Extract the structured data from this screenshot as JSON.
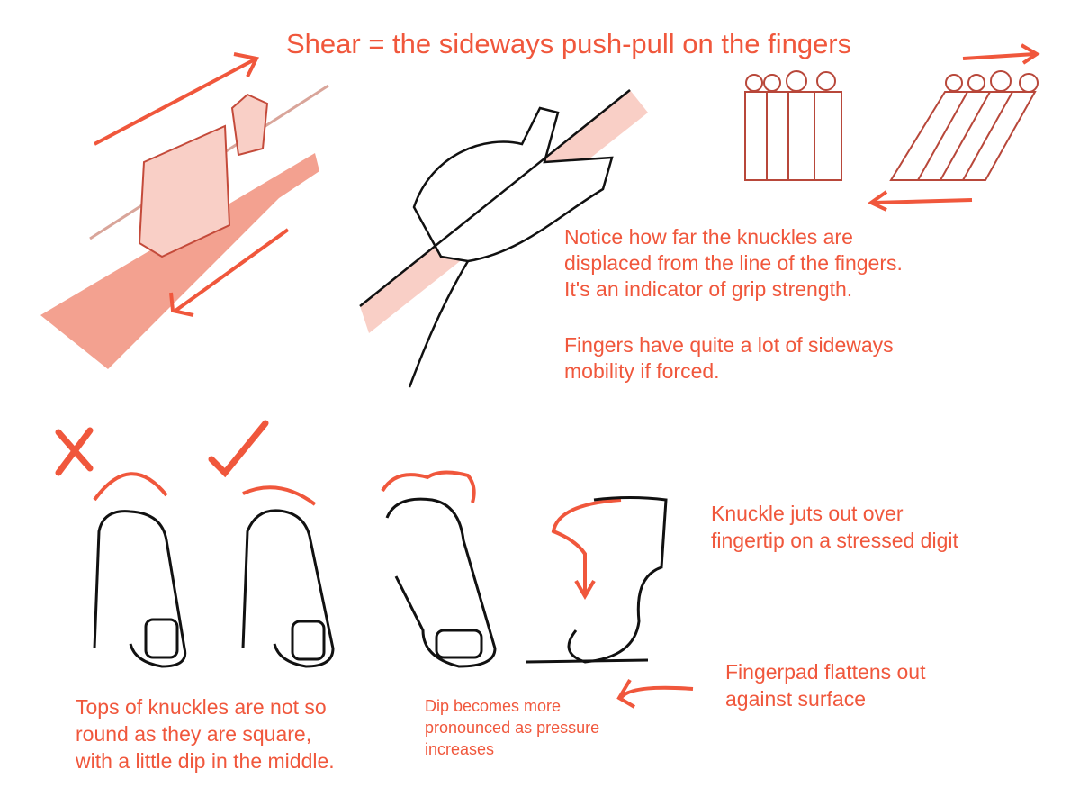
{
  "title": "Shear = the sideways push-pull on the fingers",
  "notes": {
    "knuckles_displaced": "Notice how far the knuckles are\ndisplaced from the line of the fingers.\nIt's an indicator of grip strength.",
    "sideways_mobility": "Fingers have quite a lot of sideways\nmobility if forced.",
    "knuckle_juts": "Knuckle juts out over\nfingertip on a stressed digit",
    "fingerpad": "Fingerpad flattens out\nagainst surface",
    "tops_of_knuckles": "Tops of knuckles are not so\nround as they are square,\nwith a little dip in the middle.",
    "dip_pressure": "Dip becomes more\npronounced as pressure\nincreases"
  },
  "colors": {
    "accent": "#f0573c",
    "fill_light": "#f9cfc6",
    "fill_mid": "#f08a74",
    "ink": "#111111",
    "sketch_red": "#b8473a"
  }
}
